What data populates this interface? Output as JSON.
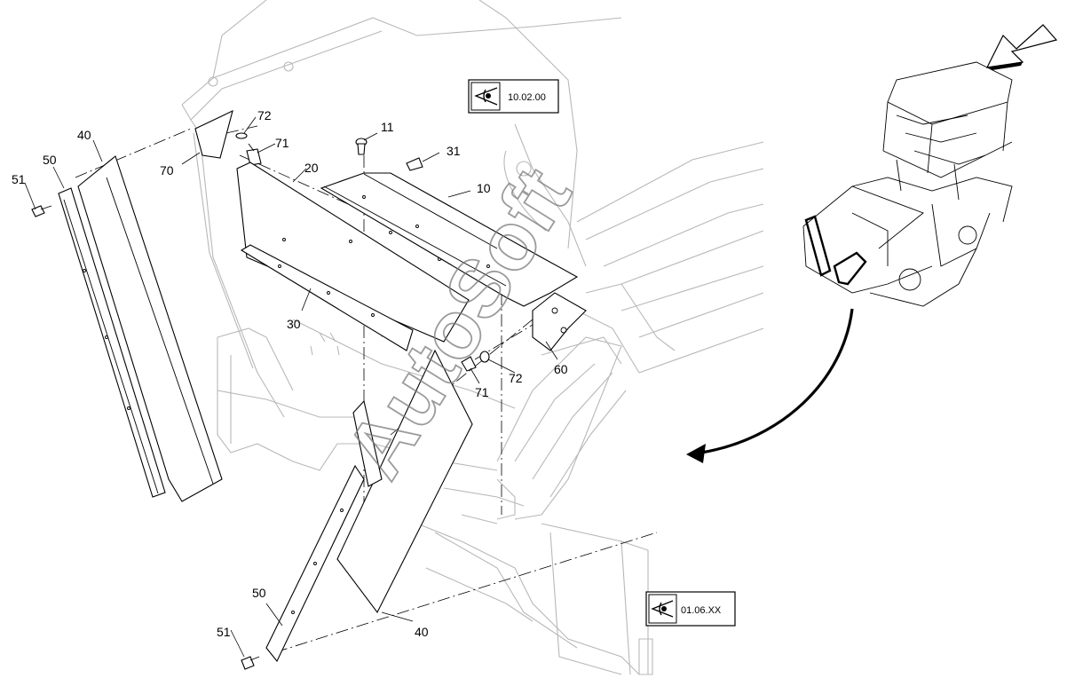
{
  "watermark": "AutoSoft",
  "references": [
    {
      "id": "ref-top",
      "code": "10.02.00",
      "icon": "eye-icon"
    },
    {
      "id": "ref-bottom",
      "code": "01.06.XX",
      "icon": "eye-icon"
    }
  ],
  "labels": {
    "p10": "10",
    "p11": "11",
    "p20": "20",
    "p30": "30",
    "p31": "31",
    "p40_left": "40",
    "p40_bottom": "40",
    "p50_left": "50",
    "p50_bottom": "50",
    "p51_left": "51",
    "p51_bottom": "51",
    "p60": "60",
    "p70": "70",
    "p71_top": "71",
    "p71_mid": "71",
    "p72_top": "72",
    "p72_mid": "72"
  },
  "icons": [
    "eye-icon",
    "view-direction-arrow-icon",
    "curved-arrow-icon",
    "paver-machine-thumbnail"
  ]
}
